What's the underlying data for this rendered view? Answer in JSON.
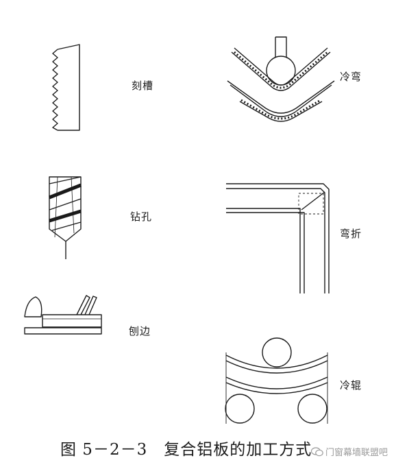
{
  "figure": {
    "number": "图 5－2－3",
    "title": "复合铝板的加工方式"
  },
  "methods": [
    {
      "id": "groove",
      "label": "刻槽"
    },
    {
      "id": "drill",
      "label": "钻孔"
    },
    {
      "id": "plane",
      "label": "刨边"
    },
    {
      "id": "cold-bend",
      "label": "冷弯"
    },
    {
      "id": "fold",
      "label": "弯折"
    },
    {
      "id": "cold-roll",
      "label": "冷辊"
    }
  ],
  "watermark": {
    "text": "门窗幕墙联盟吧",
    "icon": "chat-bubble-icon"
  },
  "colors": {
    "ink": "#1a1a1a",
    "watermark": "#9a9a9a"
  }
}
